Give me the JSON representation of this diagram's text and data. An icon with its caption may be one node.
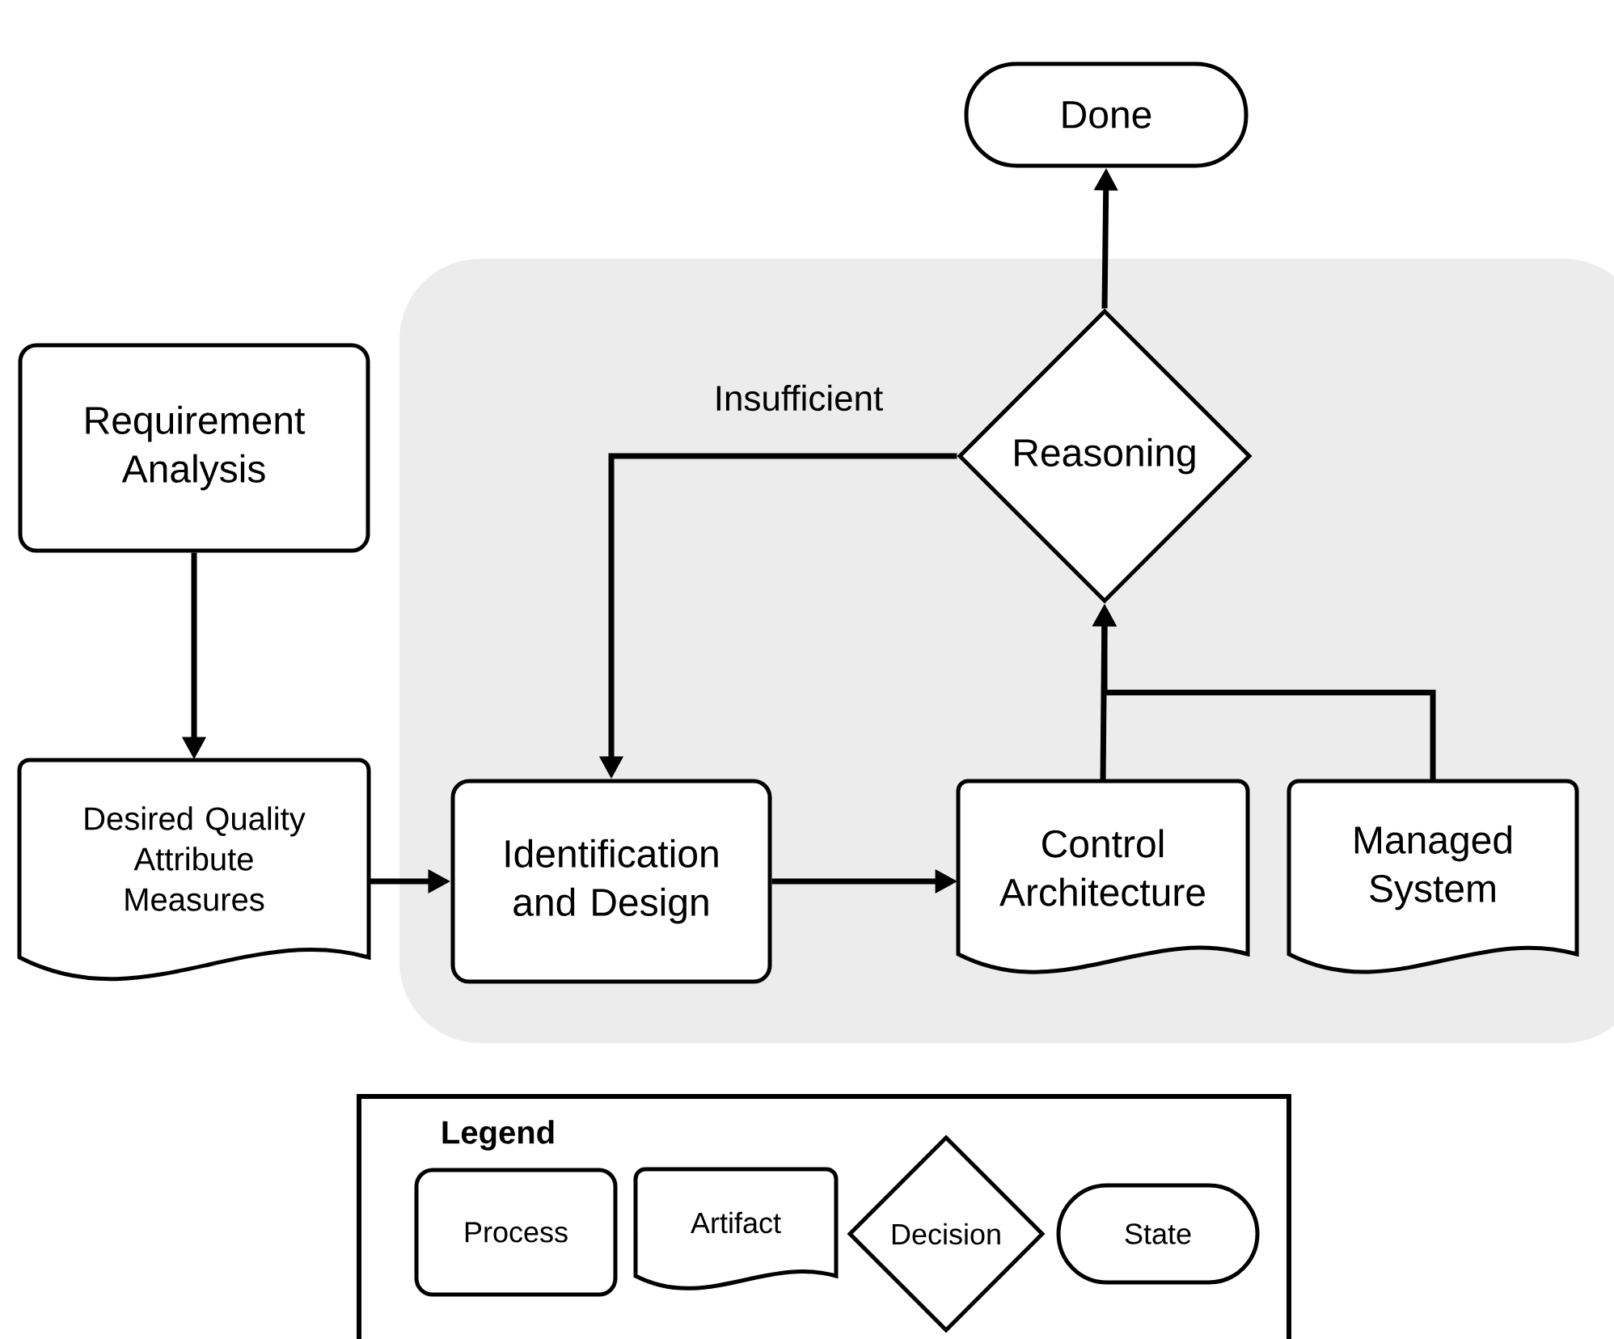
{
  "diagram": {
    "nodes": [
      {
        "text": [],
        "shape": "box"
      },
      {
        "text": [
          "Done"
        ]
      },
      {
        "text": [
          "Requirement Analysis"
        ]
      },
      {
        "text": [
          "Reasoning"
        ],
        "in": 0
      },
      {
        "text": [
          "Desired Quality Attribute Measures"
        ]
      },
      {
        "text": [
          "Identification and Design"
        ],
        "in": 0
      },
      {
        "text": [
          "Control Architecture"
        ],
        "in": 0
      },
      {
        "text": [
          "Managed System"
        ],
        "in": 0
      }
    ],
    "edges": [
      {
        "from": 2,
        "to": 4,
        "arrow": "to"
      },
      {
        "from": 4,
        "to": 5,
        "arrow": "to"
      },
      {
        "from": 5,
        "to": 6,
        "arrow": "to"
      },
      {
        "from": 6,
        "to": 3,
        "arrow": "to"
      },
      {
        "from": 7,
        "to": 3,
        "arrow": "to"
      },
      {
        "from": 3,
        "to": 1,
        "arrow": "to"
      },
      {
        "from": 3,
        "to": 5,
        "arrow": "to",
        "label": "Insufficient"
      }
    ],
    "labels": [
      "Legend"
    ],
    "legend": [
      {
        "text": "Process"
      },
      {
        "text": "Artifact"
      },
      {
        "text": "Decision"
      },
      {
        "text": "State"
      }
    ]
  }
}
